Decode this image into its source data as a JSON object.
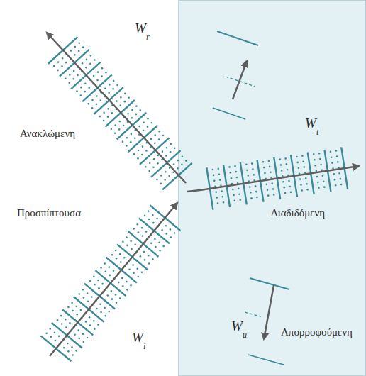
{
  "diagram": {
    "labels": [
      "W",
      "r",
      "Ανακλώμενη",
      "Προσπίπτουσα",
      "W",
      "i",
      "W",
      "t",
      "Διαδιδόμενη",
      "W",
      "u",
      "Απορροφούμενη"
    ]
  }
}
